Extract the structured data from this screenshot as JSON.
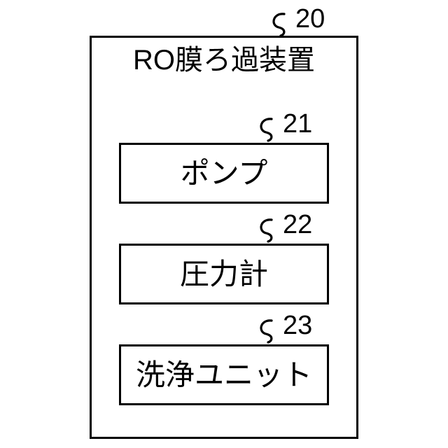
{
  "figure": {
    "type": "patent-block-diagram",
    "background_color": "#ffffff",
    "line_color": "#000000"
  },
  "outer_unit": {
    "ref_number": "20",
    "title": "RO膜ろ過装置"
  },
  "components": [
    {
      "ref_number": "21",
      "label": "ポンプ"
    },
    {
      "ref_number": "22",
      "label": "圧力計"
    },
    {
      "ref_number": "23",
      "label": "洗浄ユニット"
    }
  ]
}
